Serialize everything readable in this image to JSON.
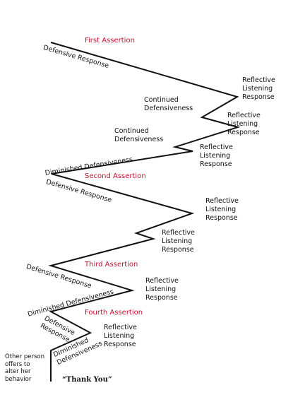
{
  "assertions": {
    "first": "First Assertion",
    "second": "Second Assertion",
    "third": "Third Assertion",
    "fourth": "Fourth Assertion"
  },
  "responses": {
    "defensive_1": "Defensive Response",
    "reflective_1": "Reflective\nListening\nResponse",
    "continued_1": "Continued\nDefensiveness",
    "reflective_2": "Reflective\nListening\nResponse",
    "continued_2": "Continued\nDefensiveness",
    "reflective_3": "Reflective\nListening\nResponse",
    "diminished_1": "Diminished Defensiveness",
    "defensive_2": "Defensive Response",
    "reflective_4": "Reflective\nListening\nResponse",
    "reflective_5": "Reflective\nListening\nResponse",
    "defensive_3": "Defensive Response",
    "reflective_6": "Reflective\nListening\nResponse",
    "diminished_2": "Diminished Defensiveness",
    "defensive_4": "Defensive\nResponse",
    "reflective_7": "Reflective\nListening\nResponse",
    "diminished_3": "Diminished\nDefensiveness",
    "other_person": "Other person\noffers to\nalter her\nbehavior",
    "thank_you": "“Thank You”"
  },
  "colors": {
    "assertion": "#c8102e",
    "line": "#111111"
  }
}
